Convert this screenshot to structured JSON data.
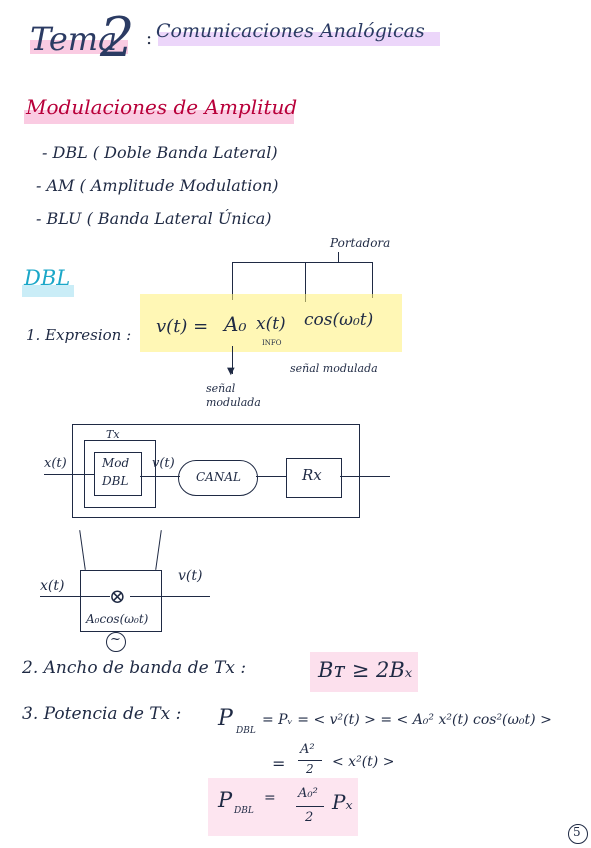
{
  "header": {
    "tema_word": "Tema",
    "tema_number": "2",
    "colon": ":",
    "title": "Comunicaciones Analógicas"
  },
  "section1": {
    "heading": "Modulaciones de Amplitud",
    "items": [
      "- DBL ( Doble Banda Lateral)",
      "- AM ( Amplitude Modulation)",
      "- BLU ( Banda Lateral Única)"
    ]
  },
  "dbl": {
    "heading": "DBL",
    "expr_label": "1. Expresion :",
    "portadora": "Portadora",
    "vt": "v(t) =",
    "a0": "A₀",
    "xt": "x(t)",
    "cos": "cos(ω₀t)",
    "info": "INFO",
    "senal_modulada_left": "señal modulada",
    "senal_modulada_right": "señal modulada"
  },
  "diagram": {
    "tx_label": "Tx",
    "xt_in": "x(t)",
    "mod_label": "Mod",
    "dbl_label": "DBL",
    "vt_out": "v(t)",
    "canal_label": "CANAL",
    "rx_label": "Rx",
    "mixer_xt": "x(t)",
    "mixer_vt": "v(t)",
    "mixer_symbol": "⊗",
    "carrier": "A₀cos(ω₀t)",
    "osc_symbol": "~"
  },
  "section2": {
    "label": "2. Ancho de banda de Tx :",
    "formula": "Bᴛ ≥ 2Bₓ"
  },
  "section3": {
    "label": "3. Potencia de Tx :",
    "p_dbl": "P",
    "p_dbl_sub": "DBL",
    "eq1": "= Pᵥ = < v²(t) > = < A₀² x²(t) cos²(ω₀t) >",
    "eq2_prefix": "=",
    "eq2_num": "A²",
    "eq2_den": "2",
    "eq2_suffix": "< x²(t) >",
    "final_p": "P",
    "final_sub": "DBL",
    "final_eq": "=",
    "final_num": "A₀²",
    "final_den": "2",
    "final_px": "Pₓ"
  },
  "page_number": "5"
}
